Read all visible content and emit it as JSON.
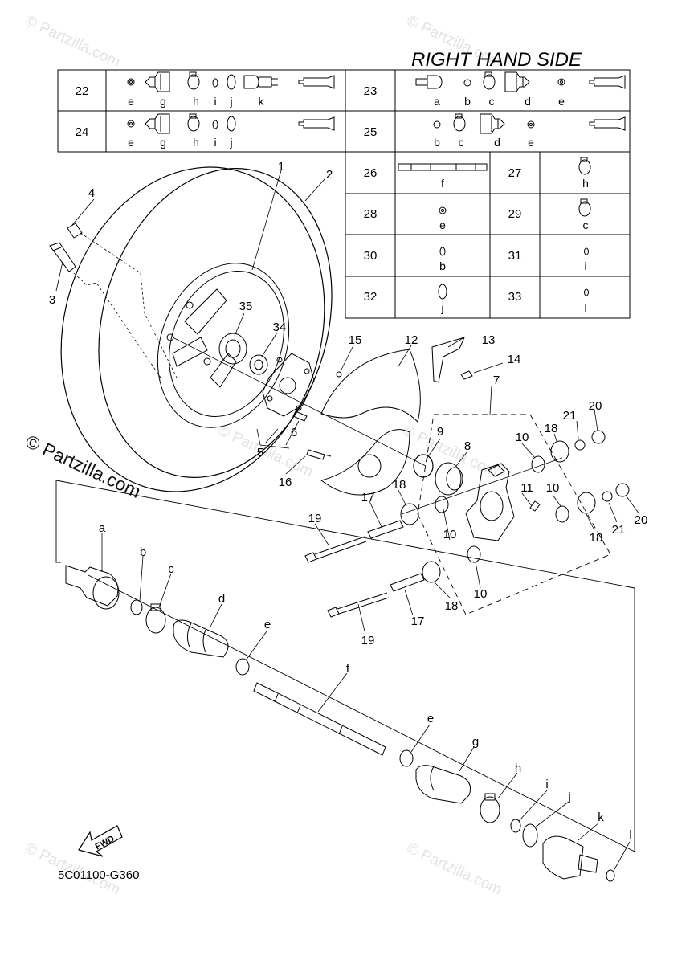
{
  "header": {
    "title": "RIGHT HAND SIDE"
  },
  "table_rows": [
    {
      "num": "22",
      "letters": [
        "e",
        "g",
        "h",
        "i",
        "j",
        "k"
      ]
    },
    {
      "num": "23",
      "letters": [
        "a",
        "b",
        "c",
        "d",
        "e"
      ]
    },
    {
      "num": "24",
      "letters": [
        "e",
        "g",
        "h",
        "i",
        "j"
      ]
    },
    {
      "num": "25",
      "letters": [
        "b",
        "c",
        "d",
        "e"
      ]
    }
  ],
  "small_table": [
    {
      "num": "26",
      "letter": "f"
    },
    {
      "num": "27",
      "letter": "h"
    },
    {
      "num": "28",
      "letter": "e"
    },
    {
      "num": "29",
      "letter": "c"
    },
    {
      "num": "30",
      "letter": "b"
    },
    {
      "num": "31",
      "letter": "i"
    },
    {
      "num": "32",
      "letter": "j"
    },
    {
      "num": "33",
      "letter": "l"
    }
  ],
  "callouts": {
    "c1": "1",
    "c2": "2",
    "c3": "3",
    "c4": "4",
    "c5": "5",
    "c6": "6",
    "c7": "7",
    "c8": "8",
    "c9": "9",
    "c10a": "10",
    "c10b": "10",
    "c10c": "10",
    "c10d": "10",
    "c11": "11",
    "c12": "12",
    "c13": "13",
    "c14": "14",
    "c15": "15",
    "c16": "16",
    "c17a": "17",
    "c17b": "17",
    "c18a": "18",
    "c18b": "18",
    "c18c": "18",
    "c18d": "18",
    "c19a": "19",
    "c19b": "19",
    "c20a": "20",
    "c20b": "20",
    "c21a": "21",
    "c21b": "21",
    "c34": "34",
    "c35": "35",
    "la": "a",
    "lb": "b",
    "lc": "c",
    "ld": "d",
    "le1": "e",
    "lf": "f",
    "le2": "e",
    "lg": "g",
    "lh": "h",
    "li": "i",
    "lj": "j",
    "lk": "k",
    "ll": "l"
  },
  "fwd_label": "FWD",
  "diagram_code": "5C01100-G360",
  "watermark": "© Partzilla.com"
}
